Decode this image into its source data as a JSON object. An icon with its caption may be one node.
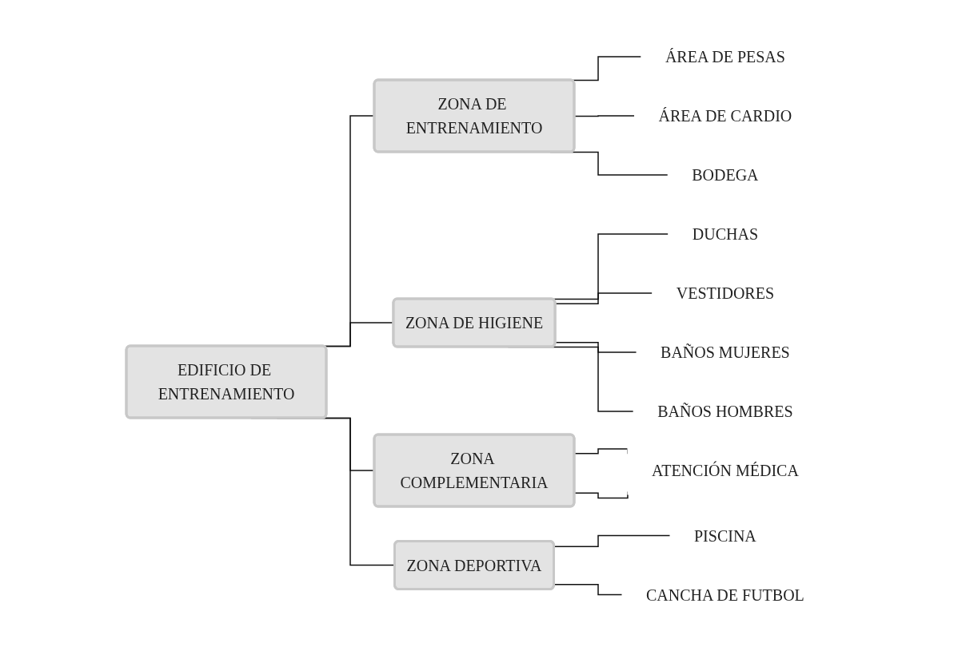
{
  "diagram": {
    "nodes": [
      {
        "text": [
          "EDIFICIO DE ENTRENAMIENTO"
        ]
      },
      {
        "text": [
          "ZONA DE ENTRENAMIENTO"
        ]
      },
      {
        "text": [
          "ÁREA DE PESAS"
        ]
      },
      {
        "text": [
          "ÁREA DE CARDIO"
        ]
      },
      {
        "text": [
          "BODEGA"
        ]
      },
      {
        "text": [
          "ZONA DE HIGIENE"
        ]
      },
      {
        "text": [
          "DUCHAS"
        ]
      },
      {
        "text": [
          "VESTIDORES"
        ]
      },
      {
        "text": [
          "BAÑOS MUJERES"
        ]
      },
      {
        "text": [
          "BAÑOS HOMBRES"
        ]
      },
      {
        "text": [
          "ZONA COMPLEMENTARIA"
        ]
      },
      {
        "text": [
          "ATENCIÓN MÉDICA"
        ]
      },
      {
        "text": [
          "ZONA DEPORTIVA"
        ]
      },
      {
        "text": [
          "PISCINA"
        ]
      },
      {
        "text": [
          "CANCHA DE FUTBOL"
        ]
      }
    ],
    "edges": [
      {
        "from": 0,
        "to": 1,
        "arrow": "none"
      },
      {
        "from": 0,
        "to": 5,
        "arrow": "none"
      },
      {
        "from": 0,
        "to": 10,
        "arrow": "none"
      },
      {
        "from": 0,
        "to": 12,
        "arrow": "none"
      },
      {
        "from": 1,
        "to": 2,
        "arrow": "none"
      },
      {
        "from": 1,
        "to": 3,
        "arrow": "none"
      },
      {
        "from": 1,
        "to": 4,
        "arrow": "none"
      },
      {
        "from": 5,
        "to": 6,
        "arrow": "none"
      },
      {
        "from": 5,
        "to": 7,
        "arrow": "none"
      },
      {
        "from": 5,
        "to": 8,
        "arrow": "none"
      },
      {
        "from": 5,
        "to": 9,
        "arrow": "none"
      },
      {
        "from": 10,
        "to": 11,
        "arrow": "none"
      },
      {
        "from": 10,
        "to": 11,
        "arrow": "none"
      },
      {
        "from": 12,
        "to": 13,
        "arrow": "none"
      },
      {
        "from": 12,
        "to": 14,
        "arrow": "none"
      }
    ]
  }
}
